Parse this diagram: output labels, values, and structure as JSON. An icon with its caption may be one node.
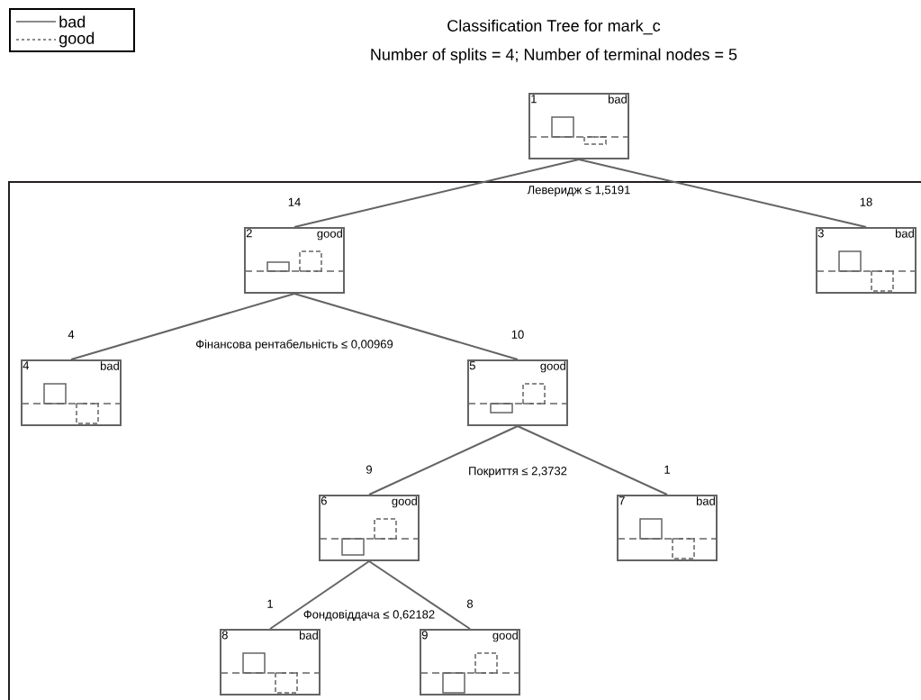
{
  "diagram": {
    "title": "Classification Tree for mark_c",
    "nodes": [
      {
        "text": [
          "1",
          "bad"
        ]
      },
      {
        "text": [
          "2",
          "good"
        ],
        "beside": [
          "14"
        ]
      },
      {
        "text": [
          "3",
          "bad"
        ],
        "beside": [
          "18"
        ]
      },
      {
        "text": [
          "4",
          "bad"
        ],
        "beside": [
          "4"
        ]
      },
      {
        "text": [
          "5",
          "good"
        ],
        "beside": [
          "10"
        ]
      },
      {
        "text": [
          "6",
          "good"
        ],
        "beside": [
          "9"
        ]
      },
      {
        "text": [
          "7",
          "bad"
        ],
        "beside": [
          "1"
        ]
      },
      {
        "text": [
          "8",
          "bad"
        ],
        "beside": [
          "1"
        ]
      },
      {
        "text": [
          "9",
          "good"
        ],
        "beside": [
          "8"
        ]
      }
    ],
    "edges": [
      {
        "from": 0,
        "to": 1,
        "arrow": "none"
      },
      {
        "from": 0,
        "to": 2,
        "arrow": "none"
      },
      {
        "from": 1,
        "to": 3,
        "arrow": "none"
      },
      {
        "from": 1,
        "to": 4,
        "arrow": "none"
      },
      {
        "from": 4,
        "to": 5,
        "arrow": "none"
      },
      {
        "from": 4,
        "to": 6,
        "arrow": "none"
      },
      {
        "from": 5,
        "to": 7,
        "arrow": "none"
      },
      {
        "from": 5,
        "to": 8,
        "arrow": "none"
      }
    ],
    "labels": [
      "Number of splits = 4; Number of terminal nodes = 5",
      "Леверидж ≤ 1,5191",
      "Фінансова рентабельність ≤ 0,00969",
      "Покриття ≤ 2,3732",
      "Фондовіддача ≤ 0,62182"
    ],
    "legend": [
      {
        "text": "bad"
      },
      {
        "text": "good"
      }
    ]
  }
}
